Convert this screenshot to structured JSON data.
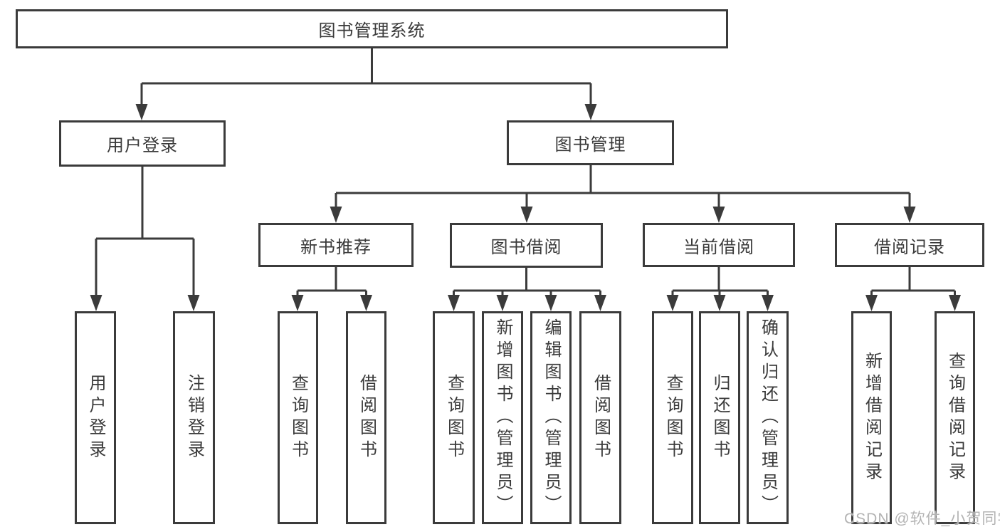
{
  "diagram": {
    "root": {
      "label": "图书管理系统"
    },
    "branches": [
      {
        "label": "用户登录",
        "children": [
          {
            "label": "用户登录"
          },
          {
            "label": "注销登录"
          }
        ]
      },
      {
        "label": "图书管理",
        "children": [
          {
            "label": "新书推荐",
            "children": [
              {
                "label": "查询图书"
              },
              {
                "label": "借阅图书"
              }
            ]
          },
          {
            "label": "图书借阅",
            "children": [
              {
                "label": "查询图书"
              },
              {
                "label": "新增图书（管理员）"
              },
              {
                "label": "编辑图书（管理员）"
              },
              {
                "label": "借阅图书"
              }
            ]
          },
          {
            "label": "当前借阅",
            "children": [
              {
                "label": "查询图书"
              },
              {
                "label": "归还图书"
              },
              {
                "label": "确认归还（管理员）"
              }
            ]
          },
          {
            "label": "借阅记录",
            "children": [
              {
                "label": "新增借阅记录"
              },
              {
                "label": "查询借阅记录"
              }
            ]
          }
        ]
      }
    ],
    "watermark": "CSDN @软件_小贺同学",
    "colors": {
      "line": "#3b3b3b",
      "text": "#3a3a3a",
      "background": "#ffffff",
      "watermark": "#b3b3b3"
    }
  }
}
